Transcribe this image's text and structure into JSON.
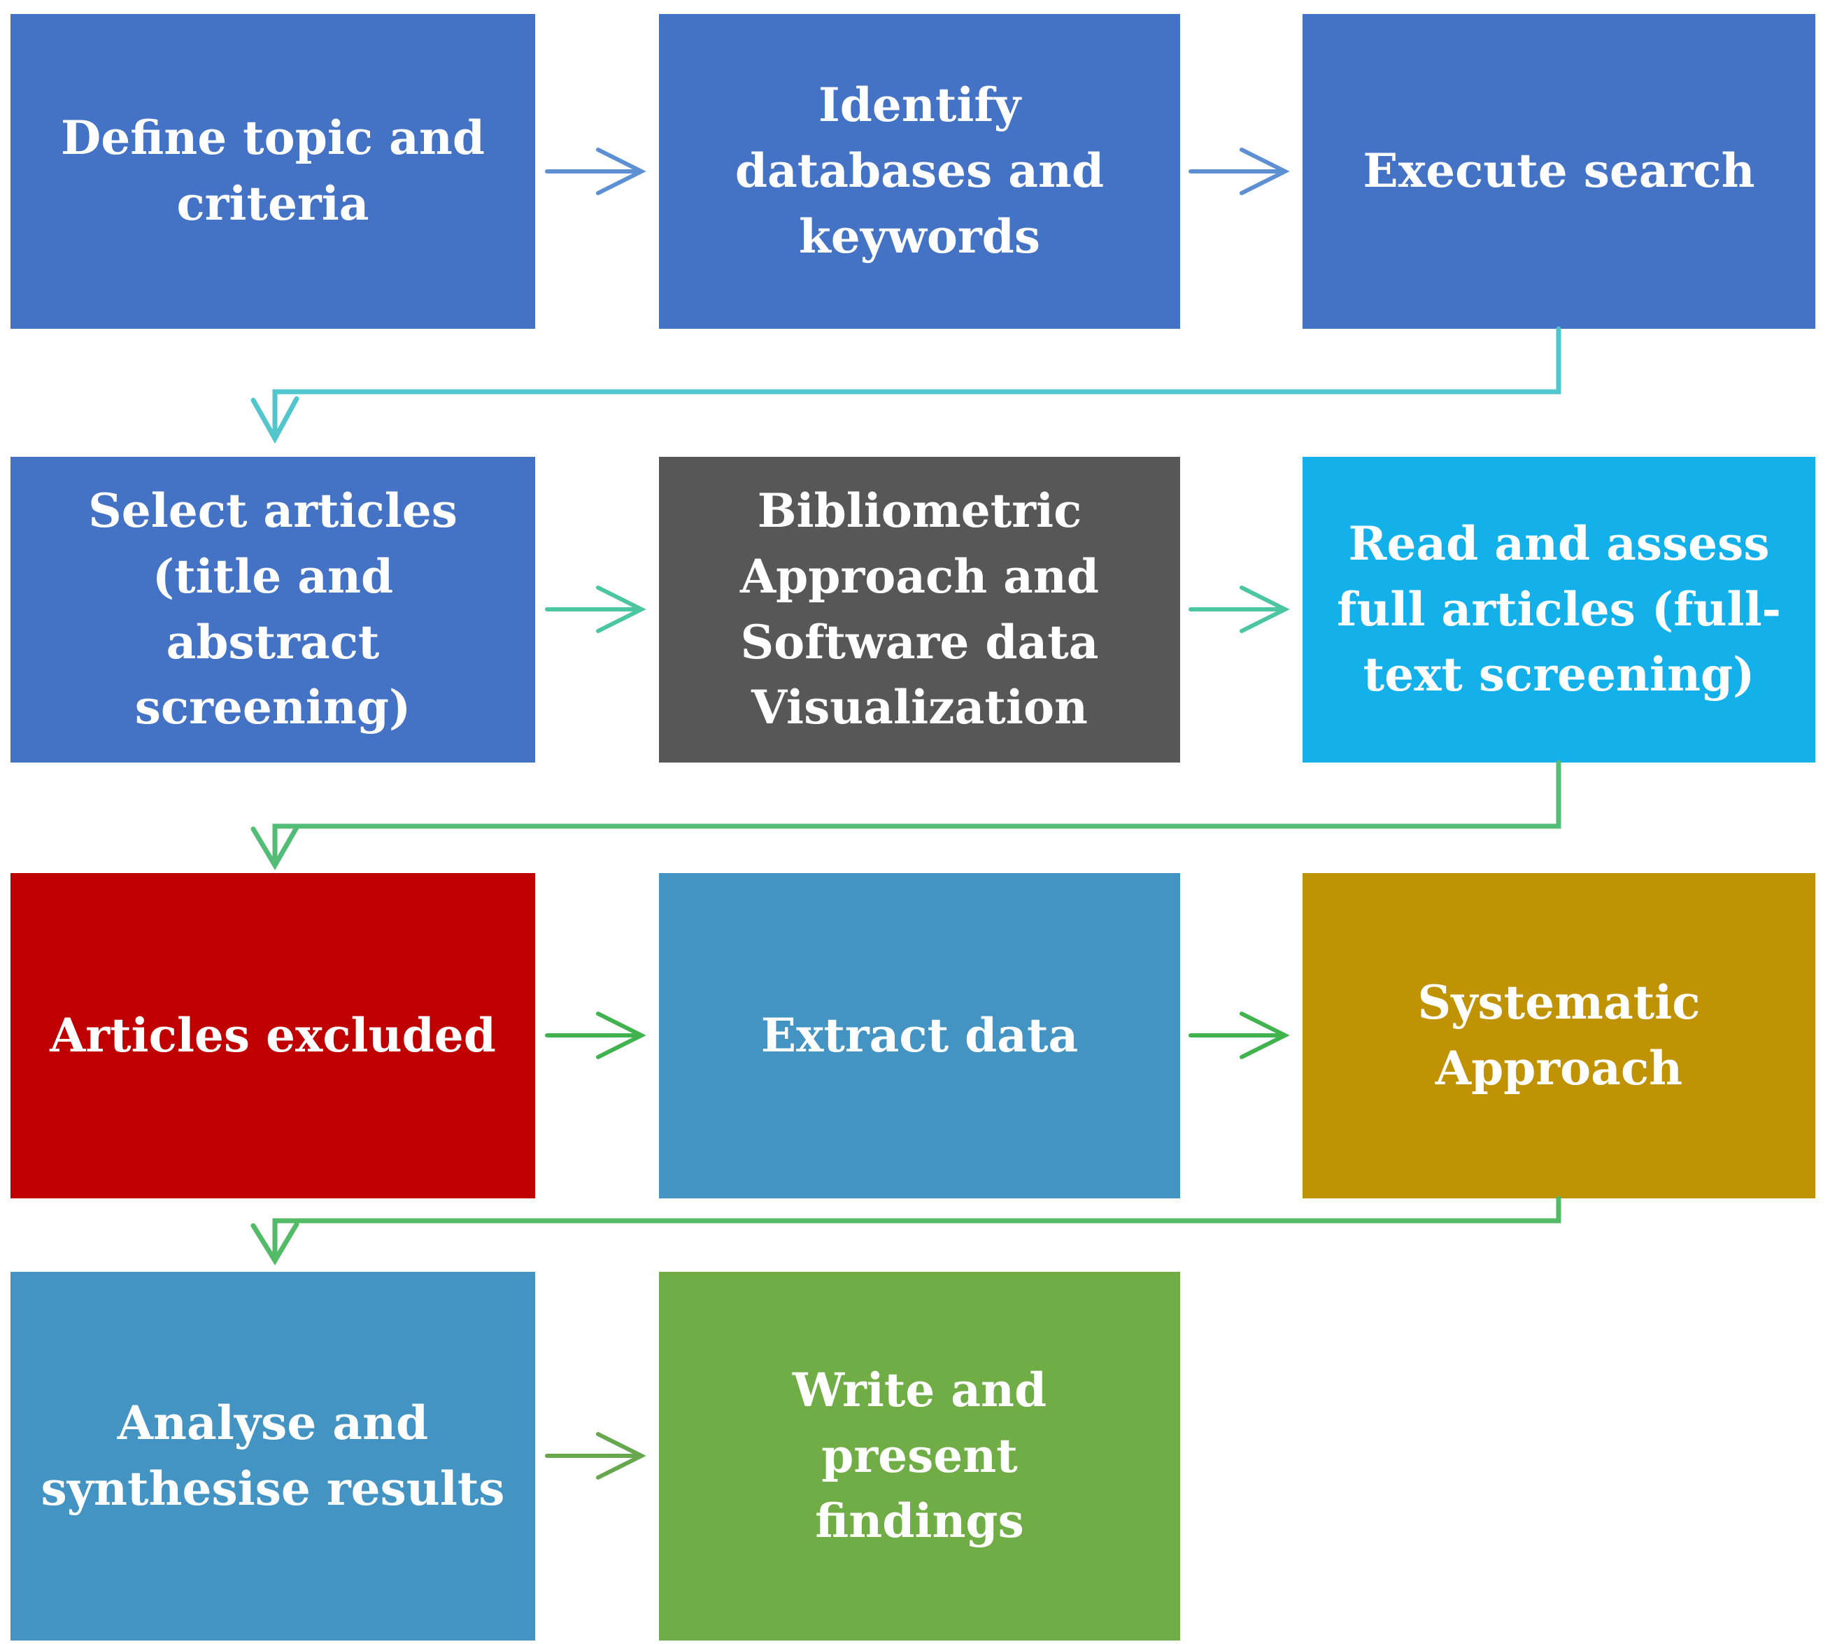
{
  "diagram": {
    "nodes": [
      {
        "label": "Define topic and\ncriteria",
        "color": "#4472C4",
        "text_color": "#FFFFFF"
      },
      {
        "label": "Identify\ndatabases and\nkeywords",
        "color": "#4472C4",
        "text_color": "#FFFFFF"
      },
      {
        "label": "Execute search",
        "color": "#4472C4",
        "text_color": "#FFFFFF"
      },
      {
        "label": "Select articles\n(title and abstract\nscreening)",
        "color": "#4472C4",
        "text_color": "#FFFFFF"
      },
      {
        "label": "Bibliometric\nApproach and\nSoftware data\nVisualization",
        "color": "#575757",
        "text_color": "#FFFFFF"
      },
      {
        "label": "Read and assess\nfull articles (full-\ntext screening)",
        "color": "#14B0E9",
        "text_color": "#FFFFFF"
      },
      {
        "label": "Articles excluded",
        "color": "#C00000",
        "text_color": "#FFFFFF"
      },
      {
        "label": "Extract data",
        "color": "#4393C3",
        "text_color": "#FFFFFF"
      },
      {
        "label": "Systematic\nApproach",
        "color": "#C09305",
        "text_color": "#FFFFFF"
      },
      {
        "label": "Analyse and\nsynthesise results",
        "color": "#4393C3",
        "text_color": "#FFFFFF"
      },
      {
        "label": "Write and present\nfindings",
        "color": "#70AD47",
        "text_color": "#FFFFFF"
      }
    ],
    "connector_colors": {
      "row1_arrow": "#5C90D2",
      "row2_arrow": "#4CC5A1",
      "row3_arrow": "#40B24E",
      "row4_arrow": "#67A74D",
      "elbow1": "#52C5CD",
      "elbow2": "#53BD78",
      "elbow3": "#53BA67"
    }
  }
}
